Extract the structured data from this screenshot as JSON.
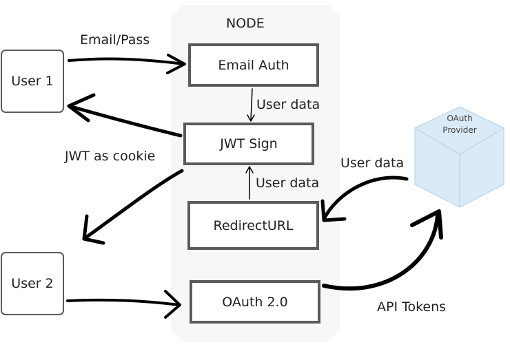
{
  "node": {
    "title": "NODE"
  },
  "boxes": {
    "email_auth": "Email Auth",
    "jwt_sign": "JWT Sign",
    "redirect_url": "RedirectURL",
    "oauth": "OAuth 2.0"
  },
  "users": {
    "user1": "User 1",
    "user2": "User 2"
  },
  "labels": {
    "email_pass": "Email/Pass",
    "jwt_cookie": "JWT as cookie",
    "user_data_1": "User data",
    "user_data_2": "User data",
    "user_data_3": "User data",
    "api_tokens": "API Tokens"
  },
  "provider": {
    "line1": "OAuth",
    "line2": "Provider"
  },
  "colors": {
    "box_border": "#5b5b5b",
    "cube_fill": "#daeaf6",
    "cube_edge": "#b5cde0",
    "node_bg": "#f7f7f7"
  }
}
